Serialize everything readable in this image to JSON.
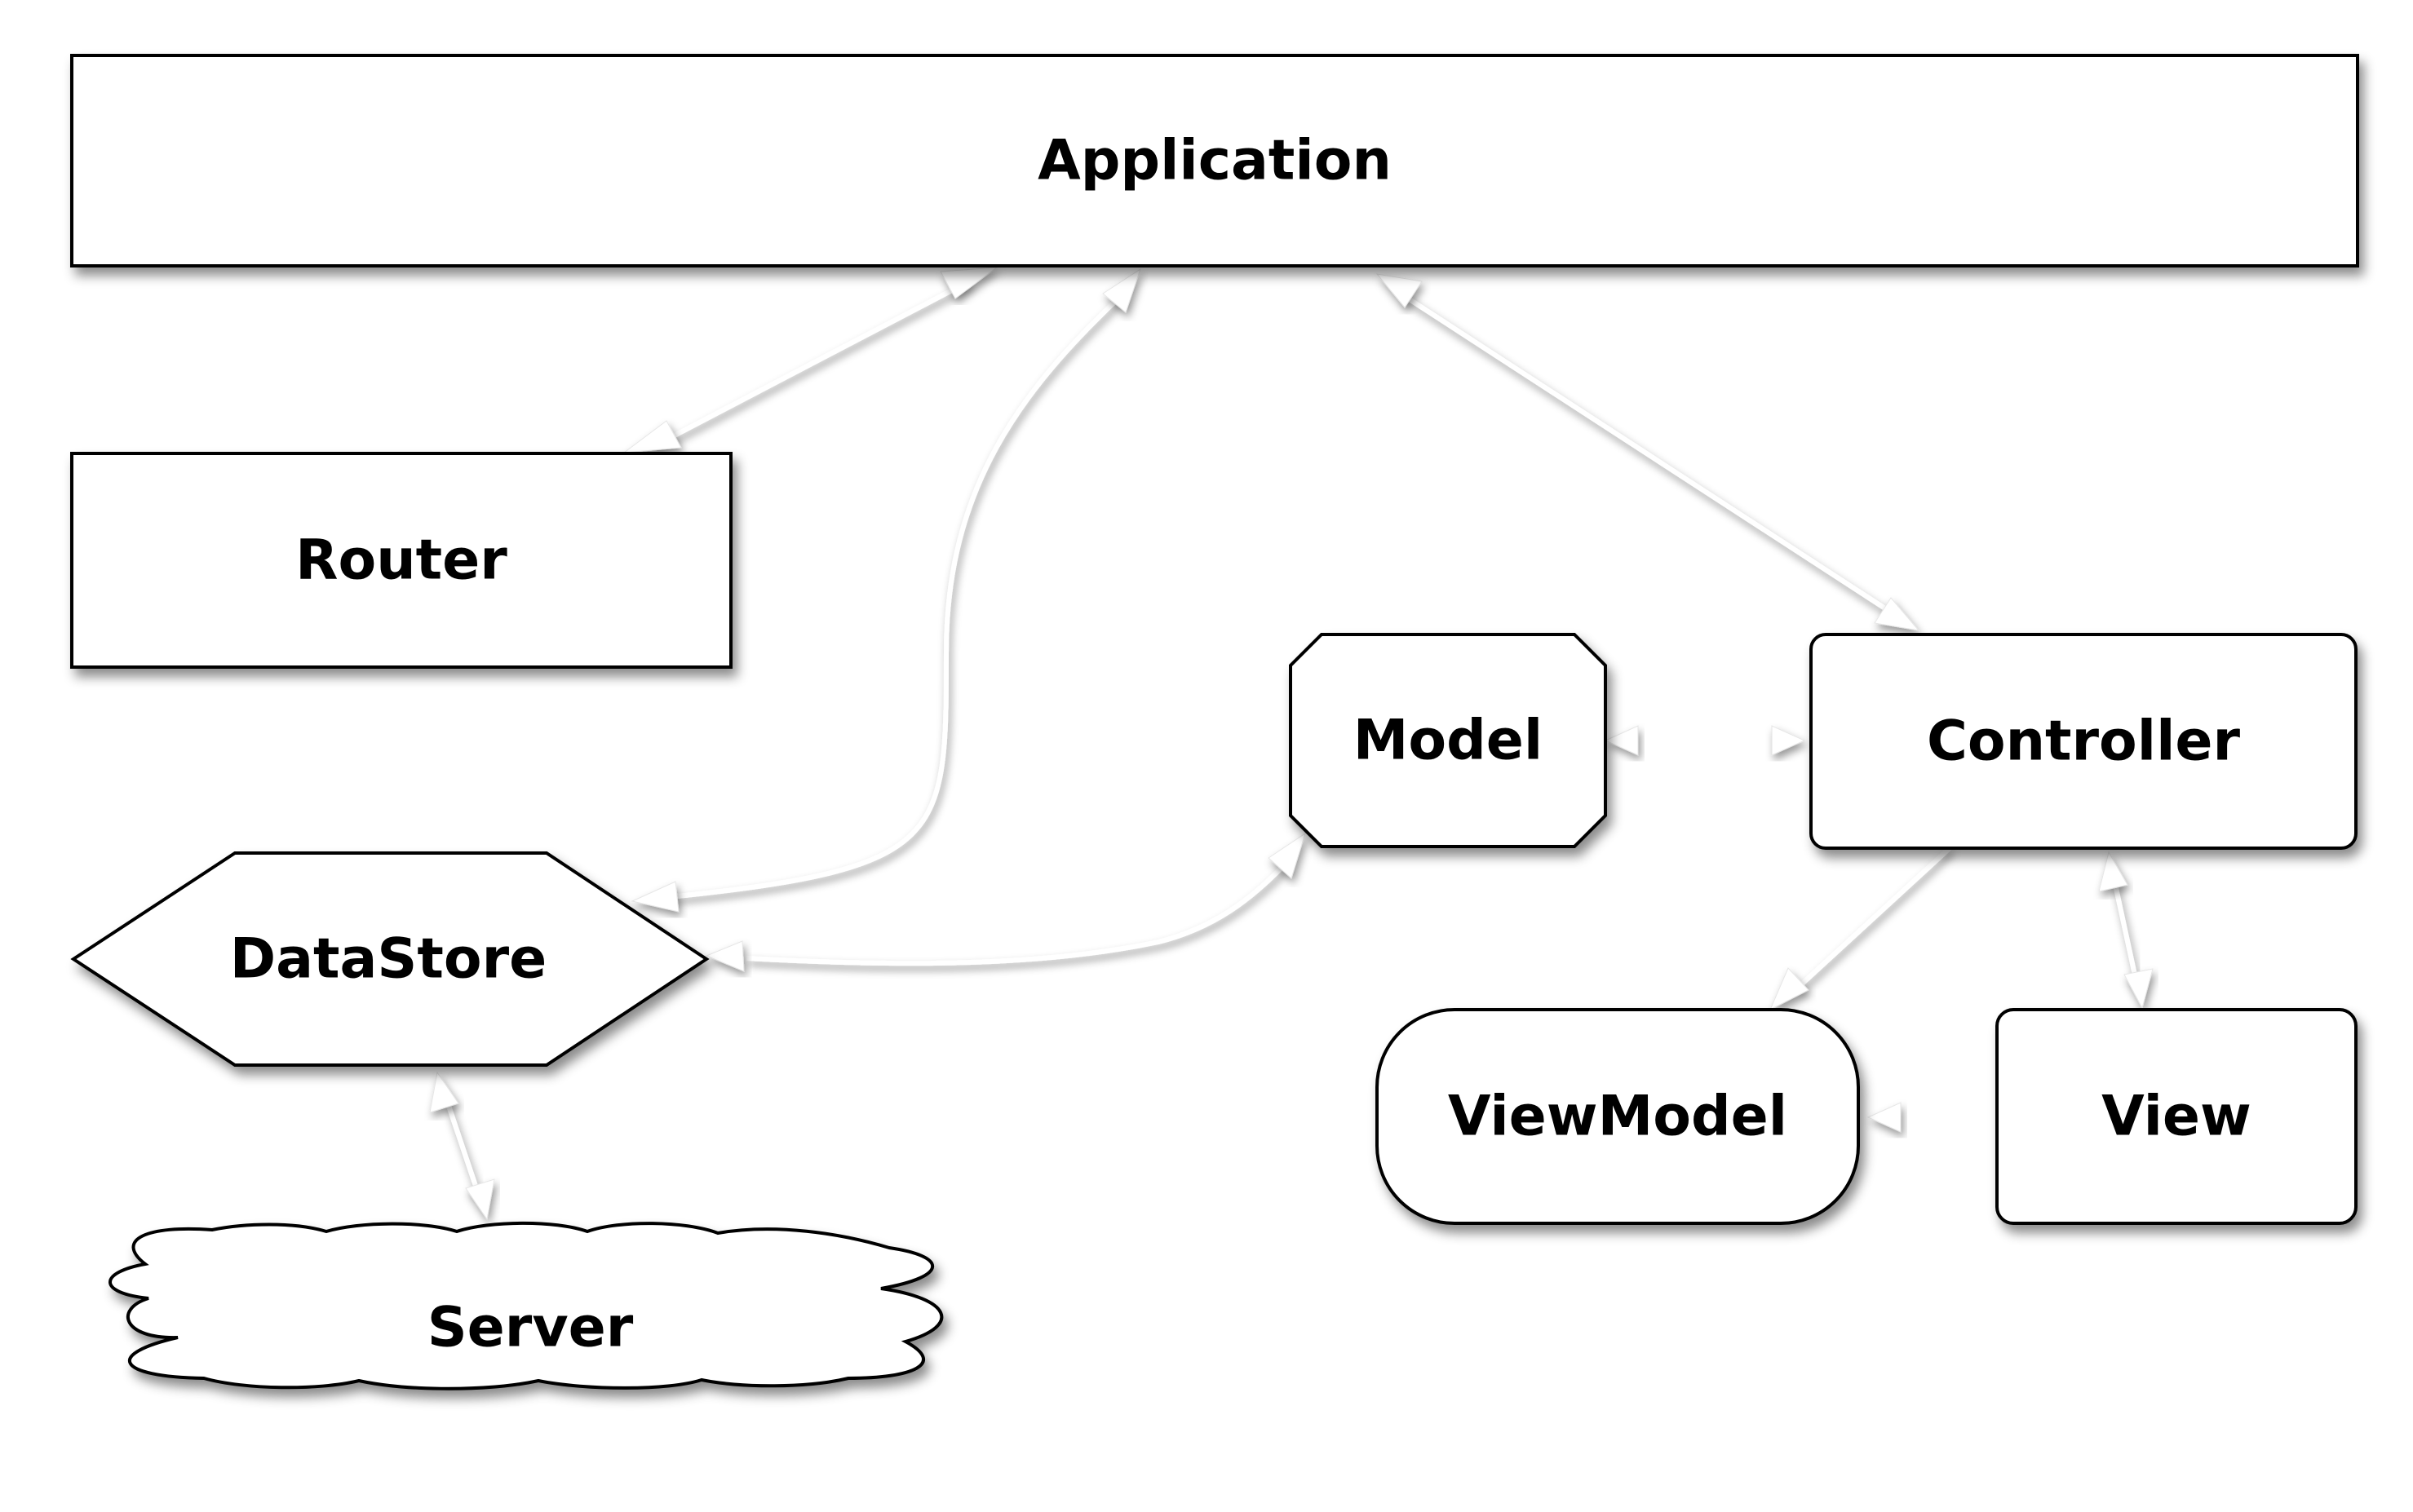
{
  "diagram": {
    "nodes": {
      "application": {
        "label": "Application"
      },
      "router": {
        "label": "Router"
      },
      "model": {
        "label": "Model"
      },
      "controller": {
        "label": "Controller"
      },
      "datastore": {
        "label": "DataStore"
      },
      "viewmodel": {
        "label": "ViewModel"
      },
      "view": {
        "label": "View"
      },
      "server": {
        "label": "Server"
      }
    },
    "edges": [
      {
        "from": "router",
        "to": "application",
        "direction": "both"
      },
      {
        "from": "datastore",
        "to": "application",
        "direction": "both"
      },
      {
        "from": "controller",
        "to": "application",
        "direction": "both"
      },
      {
        "from": "model",
        "to": "controller",
        "direction": "both"
      },
      {
        "from": "datastore",
        "to": "model",
        "direction": "both"
      },
      {
        "from": "controller",
        "to": "viewmodel",
        "direction": "forward"
      },
      {
        "from": "controller",
        "to": "view",
        "direction": "both"
      },
      {
        "from": "view",
        "to": "viewmodel",
        "direction": "forward"
      },
      {
        "from": "datastore",
        "to": "server",
        "direction": "both"
      }
    ],
    "colors": {
      "node_fill": "#ffffff",
      "node_stroke": "#000000",
      "connector": "#ffffff",
      "connector_shadow": "#000000"
    }
  }
}
